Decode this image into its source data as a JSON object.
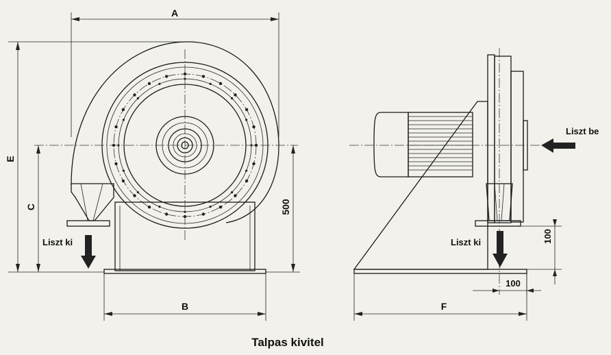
{
  "title": "Talpas kivitel",
  "labels": {
    "dim_a": "A",
    "dim_b": "B",
    "dim_c": "C",
    "dim_e": "E",
    "dim_f": "F",
    "dim_500": "500",
    "dim_100_horizontal": "100",
    "dim_100_vertical": "100"
  },
  "flows": {
    "outlet_front": "Liszt ki",
    "outlet_side": "Liszt ki",
    "inlet_side": "Liszt be"
  },
  "colors": {
    "background": "#f2f1ec",
    "line": "#1a1a1a"
  }
}
